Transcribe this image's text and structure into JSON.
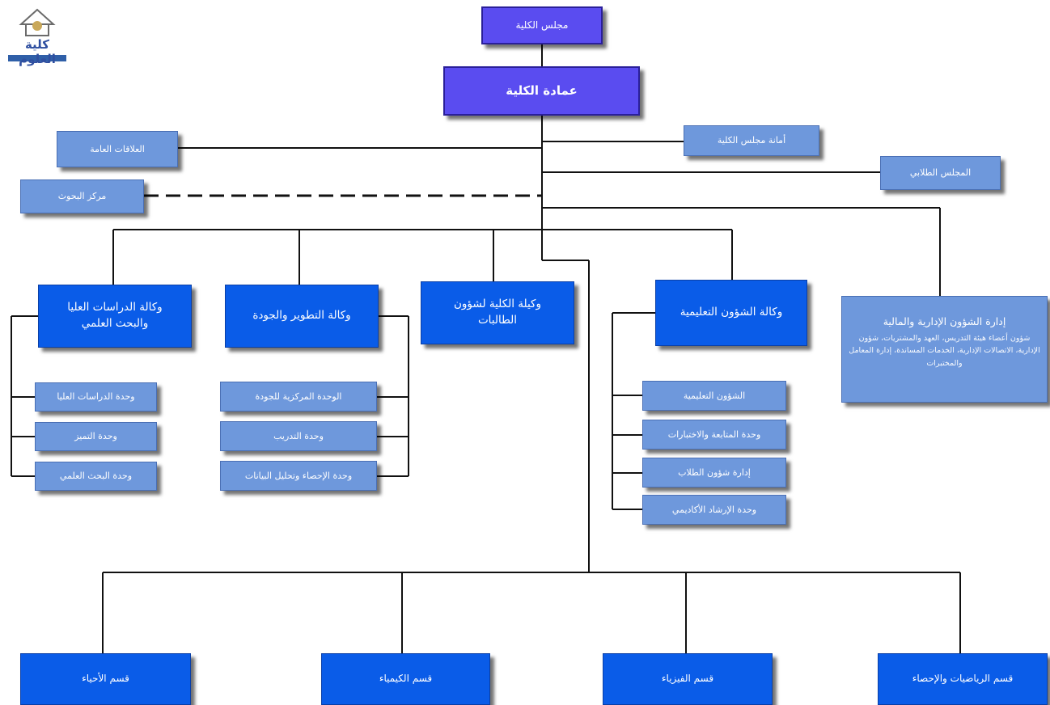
{
  "logo": {
    "text": "كلية العلوم"
  },
  "top": {
    "council": "مجلس الكلية",
    "deanship": "عمادة الكلية",
    "public_relations": "العلاقات العامة",
    "council_secretariat": "أمانة مجلس الكلية",
    "research_center": "مركز البحوث",
    "student_council": "المجلس الطلابي"
  },
  "agencies": {
    "graduate": "وكالة الدراسات العليا والبحث العلمي",
    "development": "وكالة التطوير والجودة",
    "student_affairs": "وكيلة الكلية لشؤون الطالبات",
    "educational": "وكالة الشؤون التعليمية",
    "admin_title": "إدارة الشؤون الإدارية والمالية",
    "admin_desc": "شؤون أعضاء هيئة التدريس، العهد والمشتريات، شؤون الإدارية، الاتصالات الإدارية، الخدمات المساندة، إدارة المعامل والمختبرات"
  },
  "graduate_units": [
    "وحدة الدراسات العليا",
    "وحدة التميز",
    "وحدة البحث العلمي"
  ],
  "development_units": [
    "الوحدة المركزية للجودة",
    "وحدة التدريب",
    "وحدة الإحصاء وتحليل البيانات"
  ],
  "educational_units": [
    "الشؤون التعليمية",
    "وحدة المتابعة والاختبارات",
    "إدارة شؤون الطلاب",
    "وحدة الإرشاد الأكاديمي"
  ],
  "departments": [
    "قسم الأحياء",
    "قسم الكيمياء",
    "قسم الفيزياء",
    "قسم الرياضيات والإحصاء"
  ],
  "colors": {
    "purple": "#5a4cf0",
    "blue": "#0a5ce8",
    "light_blue": "#6e98dc"
  }
}
